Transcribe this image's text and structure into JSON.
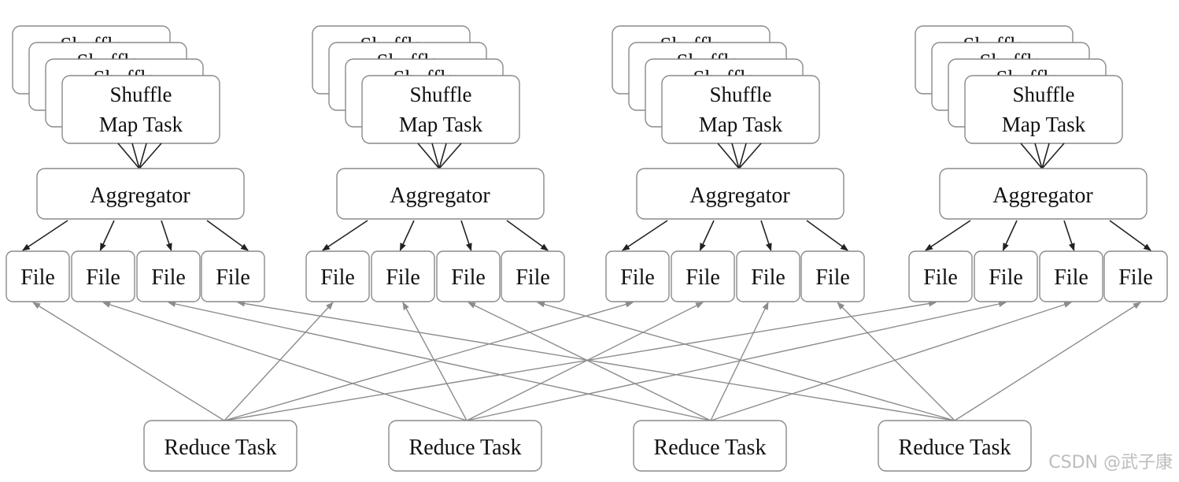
{
  "map_task_label_line1": "Shuffle",
  "map_task_label_line2": "Map Task",
  "aggregator_label": "Aggregator",
  "file_label": "File",
  "reduce_task_label": "Reduce Task",
  "watermark": "CSDN @武子康",
  "nodes_per_group": 4,
  "groups": 4,
  "reduce_tasks": 4
}
